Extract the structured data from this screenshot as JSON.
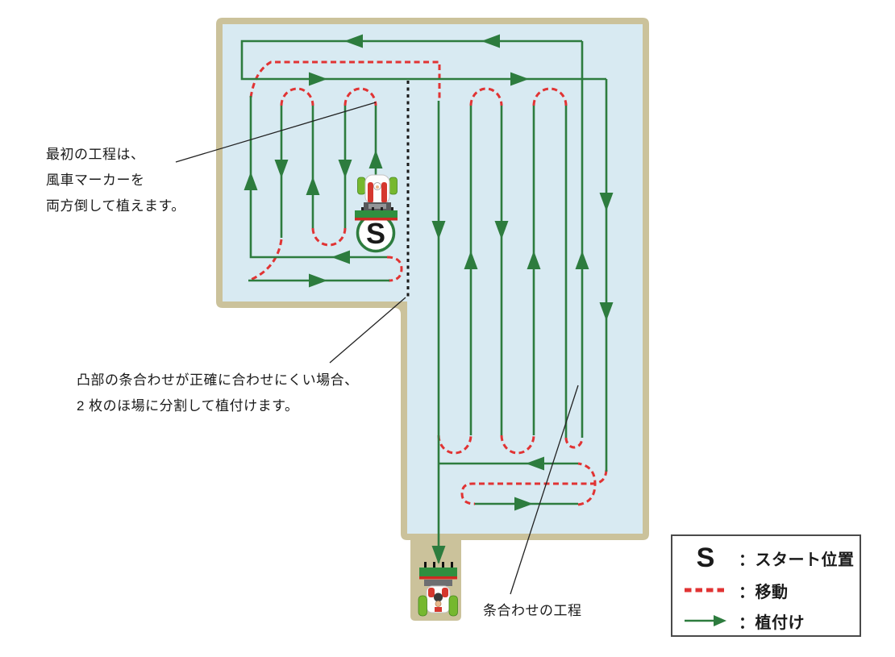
{
  "figure": {
    "type": "rice-planting-route-diagram",
    "background": "#ffffff"
  },
  "colors": {
    "field_fill": "#d8eaf2",
    "field_border": "#cbc29b",
    "planting_green": "#2d7c3e",
    "movement_red": "#e13333",
    "divider_black": "#1a1a1a",
    "text": "#1a1a1a",
    "legend_border": "#4a4a4a",
    "start_circle_fill": "#ffffff"
  },
  "annotations": {
    "first_process": {
      "lines": [
        "最初の工程は、",
        "風車マーカーを",
        "両方倒して植えます。"
      ]
    },
    "split_field": {
      "lines": [
        "凸部の条合わせが正確に合わせにくい場合、",
        "2 枚のほ場に分割して植付けます。"
      ]
    },
    "row_alignment": {
      "label": "条合わせの工程"
    }
  },
  "start_marker": {
    "label": "S"
  },
  "legend": {
    "items": [
      {
        "symbol": "start-marker-s",
        "symbol_text": "S",
        "label": "：スタート位置"
      },
      {
        "symbol": "movement-dashed-line",
        "label": "：移動"
      },
      {
        "symbol": "planting-arrow",
        "label": "：植付け"
      }
    ]
  }
}
